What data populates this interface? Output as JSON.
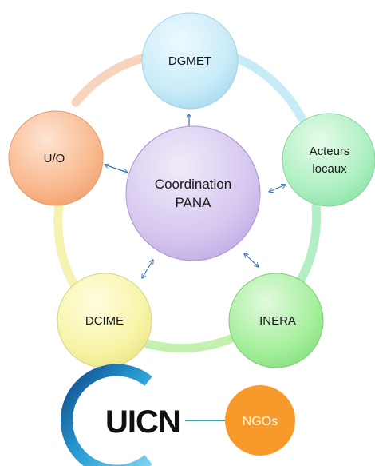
{
  "diagram": {
    "center": {
      "line1": "Coordination",
      "line2": "PANA"
    },
    "nodes": {
      "dgmet": "DGMET",
      "acteurs_line1": "Acteurs",
      "acteurs_line2": "locaux",
      "inera": "INERA",
      "dcime": "DCIME",
      "uo": "U/O"
    },
    "colors": {
      "dgmet": "#c9ecf8",
      "acteurs": "#aef0c2",
      "inera": "#a5ef9c",
      "dcime": "#f7f4a7",
      "uo": "#f9b98f",
      "center": "#d6c7ef",
      "arrow": "#3a72b8"
    }
  },
  "footer": {
    "logo_text": "UICN",
    "partner_label": "NGOs",
    "partner_color": "#f79a2b",
    "connector_color": "#3aa6a6"
  }
}
